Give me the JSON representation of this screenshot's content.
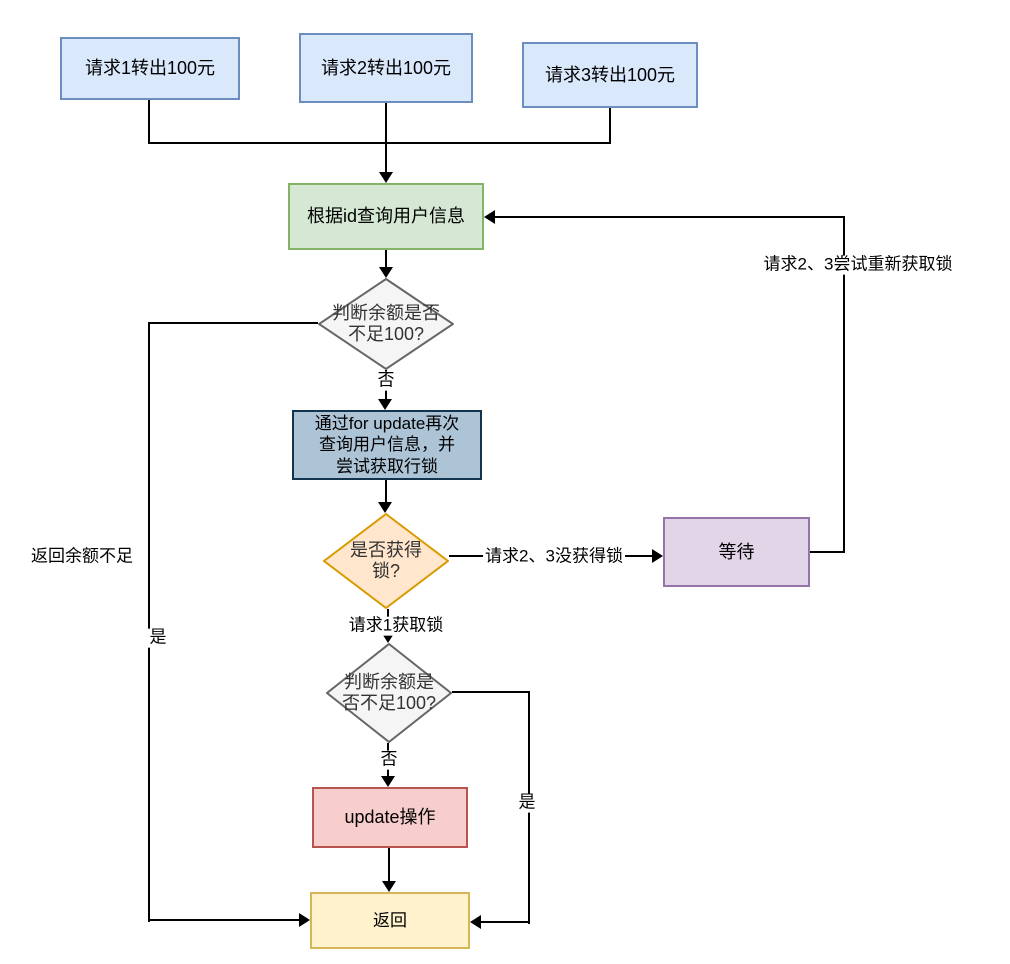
{
  "nodes": {
    "req1": {
      "label": "请求1转出100元",
      "fill": "#dae8fc",
      "stroke": "#6c8ebf"
    },
    "req2": {
      "label": "请求2转出100元",
      "fill": "#dae8fc",
      "stroke": "#6c8ebf"
    },
    "req3": {
      "label": "请求3转出100元",
      "fill": "#dae8fc",
      "stroke": "#6c8ebf"
    },
    "query_user": {
      "label": "根据id查询用户信息",
      "fill": "#d5e8d4",
      "stroke": "#82b366"
    },
    "check_balance_1": {
      "label": "判断余额是否\n不足100?",
      "fill": "#f5f5f5",
      "stroke": "#666666"
    },
    "for_update": {
      "label": "通过for update再次\n查询用户信息，并\n尝试获取行锁",
      "fill": "#adc3d6",
      "stroke": "#12344e"
    },
    "got_lock": {
      "label": "是否获得\n锁?",
      "fill": "#ffe6cc",
      "stroke": "#d79b00"
    },
    "wait": {
      "label": "等待",
      "fill": "#e1d5e7",
      "stroke": "#9673a6"
    },
    "check_balance_2": {
      "label": "判断余额是\n否不足100?",
      "fill": "#f5f5f5",
      "stroke": "#666666"
    },
    "update_op": {
      "label": "update操作",
      "fill": "#f8cecc",
      "stroke": "#b85450"
    },
    "return": {
      "label": "返回",
      "fill": "#fff2cc",
      "stroke": "#d6b656"
    }
  },
  "edge_labels": {
    "no_1": "否",
    "no_2": "否",
    "yes_left": "是",
    "yes_right": "是",
    "req1_got_lock": "请求1获取锁",
    "req23_no_lock": "请求2、3没获得锁",
    "req23_retry": "请求2、3尝试重新获取锁",
    "return_insufficient": "返回余额不足"
  },
  "colors": {
    "edge": "#000000",
    "background": "#ffffff",
    "diamond_text": "#333333"
  }
}
